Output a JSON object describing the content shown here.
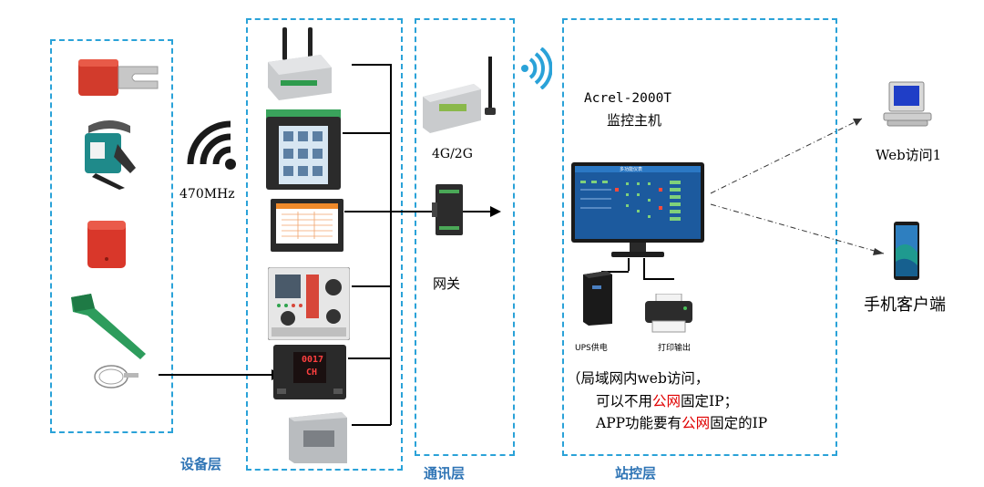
{
  "layers": {
    "device": "设备层",
    "comm": "通讯层",
    "station": "站控层"
  },
  "wireless": {
    "freq": "470MHz"
  },
  "comm": {
    "net_label": "4G/2G",
    "gateway_label": "网关"
  },
  "host": {
    "line1": "Acrel-2000T",
    "line2": "监控主机",
    "screen_title": "多功能仪表"
  },
  "peripherals": {
    "ups": "UPS供电",
    "printer": "打印输出"
  },
  "clients": {
    "web": "Web访问1",
    "mobile": "手机客户端"
  },
  "note": {
    "line1": "（局域网内web访问，",
    "line2a": "可以不用",
    "line2b": "公网",
    "line2c": "固定IP；",
    "line3a": "APP功能要有",
    "line3b": "公网",
    "line3c": "固定的IP"
  },
  "meter_display": {
    "top": "0017",
    "bottom": "CH"
  },
  "colors": {
    "dash_border": "#2aa2d8",
    "layer_label": "#2e74b5",
    "highlight": "#e00000"
  }
}
